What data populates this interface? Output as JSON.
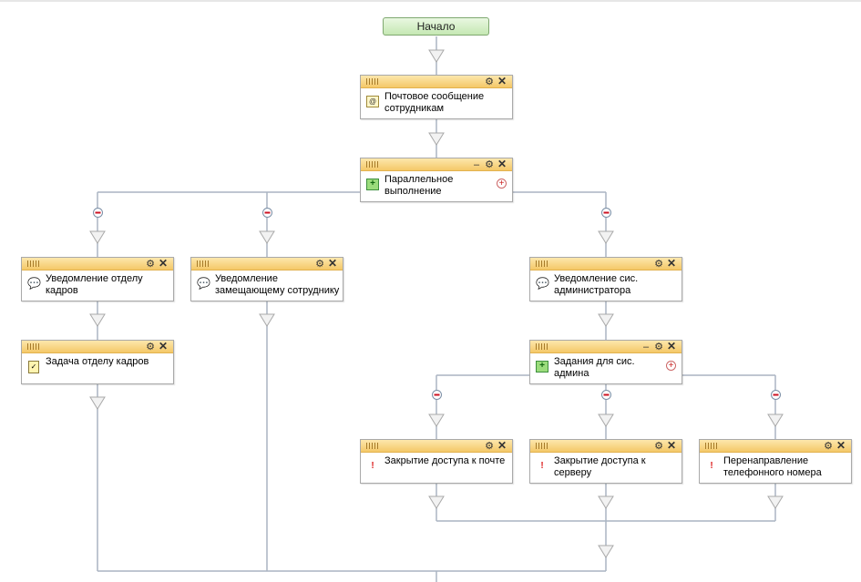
{
  "start": {
    "label": "Начало"
  },
  "nodes": {
    "mail": {
      "label": "Почтовое сообщение сотрудникам",
      "icon": "envelope-at-icon"
    },
    "parallel1": {
      "label": "Параллельное выполнение",
      "icon": "parallel-run-icon"
    },
    "notify_hr": {
      "label": "Уведомление отделу кадров",
      "icon": "chat-bubbles-icon"
    },
    "notify_deputy": {
      "label": "Уведомление замещающему сотруднику",
      "icon": "chat-bubbles-icon"
    },
    "notify_admin": {
      "label": "Уведомление сис. администратора",
      "icon": "chat-bubbles-icon"
    },
    "task_hr": {
      "label": "Задача отделу кадров",
      "icon": "task-clipboard-icon"
    },
    "parallel2": {
      "label": "Задания для сис. админа",
      "icon": "parallel-run-icon"
    },
    "close_mail": {
      "label": "Закрытие доступа к почте",
      "icon": "warning-doc-icon"
    },
    "close_server": {
      "label": "Закрытие доступа к серверу",
      "icon": "warning-doc-icon"
    },
    "redirect_phone": {
      "label": "Перенаправление телефонного номера",
      "icon": "warning-doc-icon"
    }
  },
  "glyphs": {
    "settings": "⚙",
    "close": "✕",
    "collapse": "‒",
    "add": "+"
  },
  "colors": {
    "header": "#f4c868",
    "start_fill": "#c5e8b3",
    "connector": "#aab4c2",
    "arrow": "#a9a9a9"
  }
}
